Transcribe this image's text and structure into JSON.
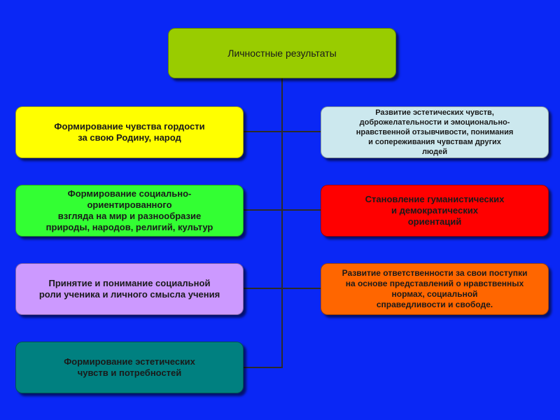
{
  "diagram": {
    "root": "Личностные результаты",
    "left": [
      "Формирование чувства гордости\nза свою Родину, народ",
      "Формирование социально-\nориентированного\nвзгляда на мир и разнообразие\nприроды, народов, религий, культур",
      "Принятие и понимание социальной\nроли ученика и личного смысла учения",
      "Формирование эстетических\nчувств и потребностей"
    ],
    "right": [
      "Развитие эстетических чувств,\nдоброжелательности и эмоционально-\nнравственной отзывчивости, понимания\nи сопереживания чувствам других\nлюдей",
      "Становление гуманистических\nи демократических\nориентаций",
      "Развитие ответственности за свои поступки\nна основе представлений о нравственных\nнормах, социальной\nсправедливости и свободе."
    ],
    "colors": {
      "background": "#0a27f5",
      "root": "#99cc00",
      "left": [
        "#ffff00",
        "#33ff33",
        "#cc99ff",
        "#008080"
      ],
      "right": [
        "#cce8ee",
        "#ff0000",
        "#ff6600"
      ]
    }
  }
}
